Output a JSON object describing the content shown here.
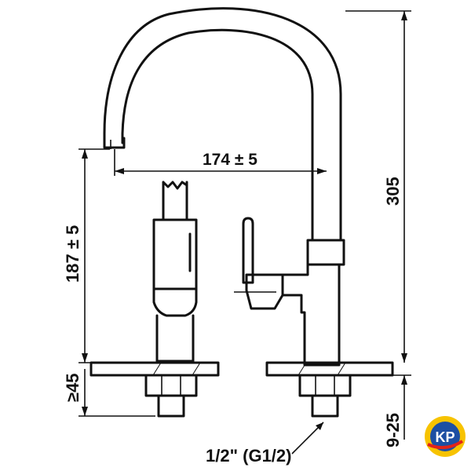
{
  "dimensions": {
    "spout_reach": "174 ± 5",
    "total_height": "305",
    "spout_height": "187 ± 5",
    "deck_clearance": "≥45",
    "deck_thickness": "9-25",
    "connection": "1/2\" (G1/2)"
  },
  "logo": {
    "text": "KP",
    "colors": [
      "#e2231a",
      "#1d4fa3",
      "#f7c300"
    ]
  }
}
